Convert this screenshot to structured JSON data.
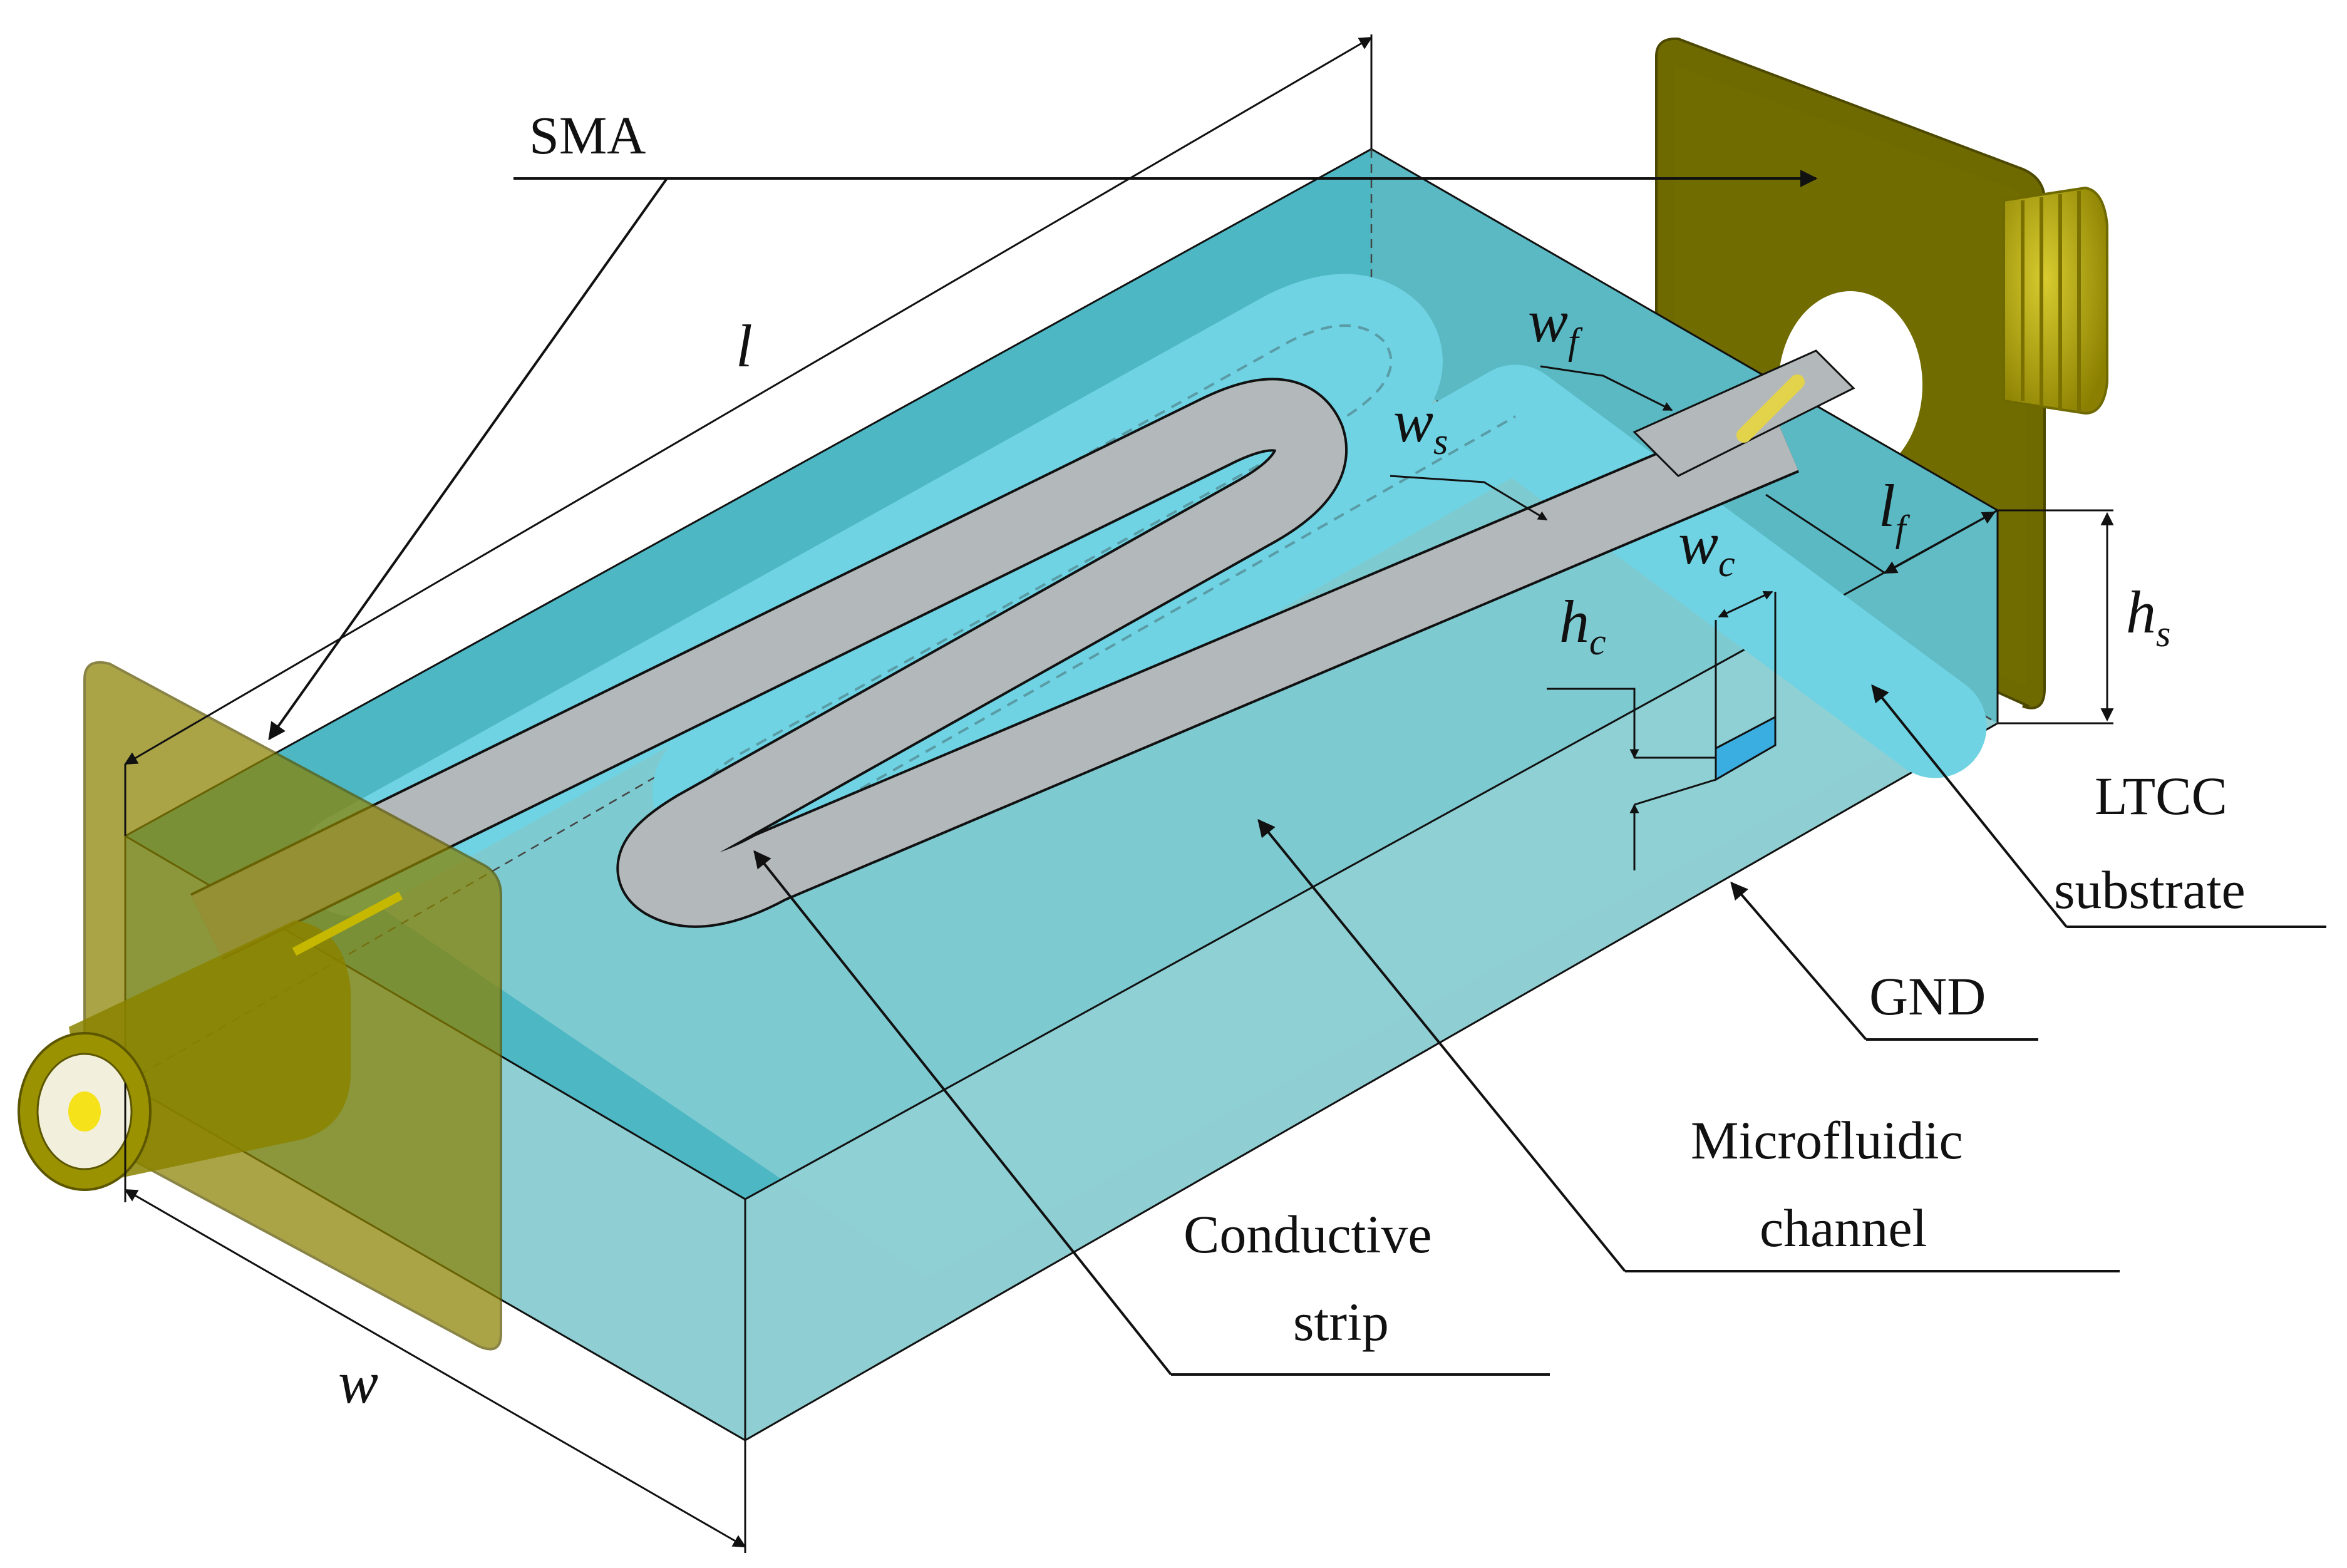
{
  "labels": {
    "sma": "SMA",
    "ltcc_line1": "LTCC",
    "ltcc_line2": "substrate",
    "gnd": "GND",
    "microfluidic_line1": "Microfluidic",
    "microfluidic_line2": "channel",
    "conductive_line1": "Conductive",
    "conductive_line2": "strip"
  },
  "dimensions": {
    "l": "l",
    "w": "w",
    "w_f": "w",
    "w_f_sub": "f",
    "w_s": "w",
    "w_s_sub": "s",
    "l_f": "l",
    "l_f_sub": "f",
    "w_c": "w",
    "w_c_sub": "c",
    "h_c": "h",
    "h_c_sub": "c",
    "h_s": "h",
    "h_s_sub": "s"
  },
  "colors": {
    "substrate_top": "#4db8c4",
    "substrate_front": "#8fcfd3",
    "substrate_right": "#5bb8c2",
    "channel": "#6fd3e3",
    "strip": "#b3b8ba",
    "connector_gold": "#9a9200",
    "connector_dark": "#6f6a00",
    "line": "#111111"
  }
}
